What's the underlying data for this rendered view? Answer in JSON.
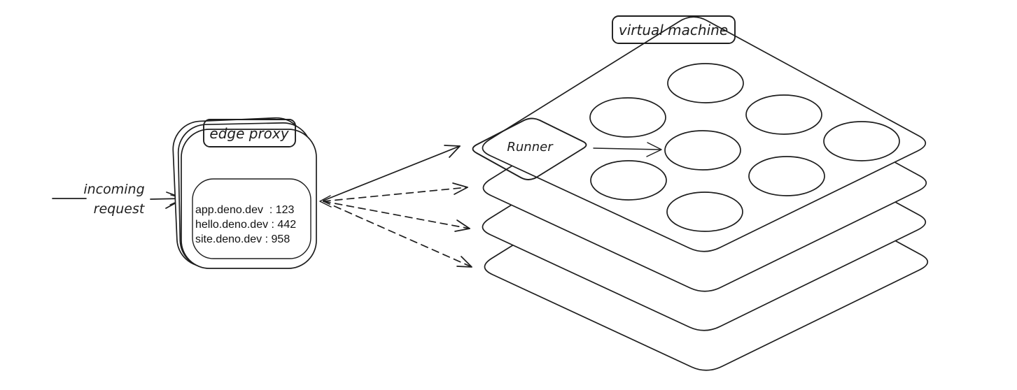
{
  "diagram": {
    "incoming_request": {
      "line1": "incoming",
      "line2": "request"
    },
    "edge_proxy": {
      "label": "edge proxy",
      "routes": [
        "app.deno.dev  : 123",
        "hello.deno.dev : 442",
        "site.deno.dev : 958"
      ]
    },
    "virtual_machine": {
      "label": "virtual machine",
      "plate_count": 4
    },
    "runner": {
      "label": "Runner"
    },
    "vm_slots": [
      "free",
      "free",
      "free",
      "busy",
      "busy",
      "busy",
      "busy",
      "busy"
    ],
    "colors": {
      "ink": "#1e1e1e",
      "label_pink": "#ffc9c9",
      "runner_green": "#b2ecb5",
      "hatch_blue": "#a9c9e8",
      "hatch_bg": "#f8fbfe",
      "route_text": "#111111"
    }
  }
}
